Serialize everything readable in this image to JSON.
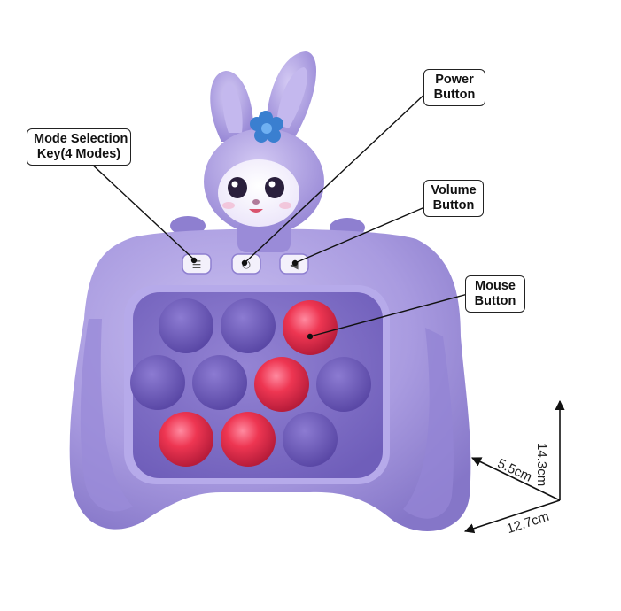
{
  "callouts": {
    "mode": {
      "line1": "Mode Selection",
      "line2": "Key(4 Modes)"
    },
    "power": {
      "line1": "Power",
      "line2": "Button"
    },
    "volume": {
      "line1": "Volume",
      "line2": "Button"
    },
    "mouse": {
      "line1": "Mouse",
      "line2": "Button"
    }
  },
  "dimensions": {
    "height": "14.3cm",
    "depth": "5.5cm",
    "width": "12.7cm"
  },
  "colors": {
    "body": "#a99be0",
    "body_dark": "#8c7ccf",
    "panel": "#7d6cc4",
    "bubble": "#6a58b4",
    "bubble_lit": "#e0304a",
    "flower": "#3a7fd0"
  },
  "bubbles": {
    "rows": [
      [
        "off",
        "off",
        "lit"
      ],
      [
        "off",
        "off",
        "lit",
        "off"
      ],
      [
        "lit",
        "lit",
        "off"
      ]
    ]
  }
}
